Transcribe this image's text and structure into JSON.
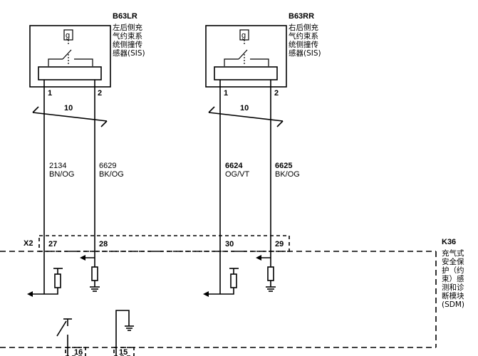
{
  "left_sensor": {
    "id": "B63LR",
    "desc": [
      "左后侧充",
      "气约束系",
      "统侧撞传",
      "感器(SIS)"
    ],
    "pins": [
      "1",
      "2"
    ],
    "fuse_symbol": "g"
  },
  "right_sensor": {
    "id": "B63RR",
    "desc": [
      "右后侧充",
      "气约束系",
      "统侧撞传",
      "感器(SIS)"
    ],
    "pins": [
      "1",
      "2"
    ],
    "fuse_symbol": "g"
  },
  "twisted_pair": {
    "left_label": "10",
    "right_label": "10"
  },
  "wires": [
    {
      "circuit": "2134",
      "color": "BN/OG"
    },
    {
      "circuit": "6629",
      "color": "BK/OG"
    },
    {
      "circuit": "6624",
      "color": "OG/VT"
    },
    {
      "circuit": "6625",
      "color": "BK/OG"
    }
  ],
  "connector": {
    "id": "X2",
    "pins": [
      "27",
      "28",
      "30",
      "29"
    ]
  },
  "module": {
    "id": "K36",
    "desc": [
      "充气式",
      "安全保",
      "护（约",
      "束）感",
      "测和诊",
      "断模块",
      "(SDM)"
    ]
  },
  "bottom_pins": [
    "16",
    "15"
  ]
}
